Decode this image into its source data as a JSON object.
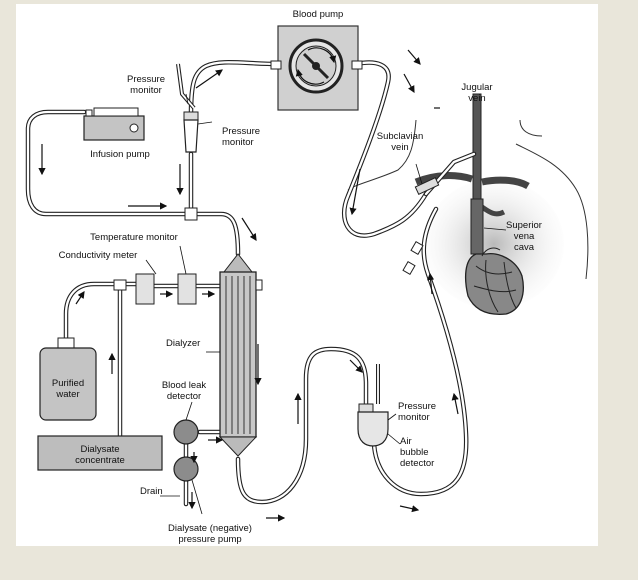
{
  "labels": {
    "blood_pump": "Blood pump",
    "pressure_monitor_top_l1": "Pressure",
    "pressure_monitor_top_l2": "monitor",
    "pressure_monitor_mid_l1": "Pressure",
    "pressure_monitor_mid_l2": "monitor",
    "infusion_pump": "Infusion pump",
    "temperature_monitor": "Temperature monitor",
    "conductivity_meter": "Conductivity meter",
    "dialyzer": "Dialyzer",
    "purified_water_l1": "Purified",
    "purified_water_l2": "water",
    "blood_leak_detector_l1": "Blood leak",
    "blood_leak_detector_l2": "detector",
    "dialysate_concentrate_l1": "Dialysate",
    "dialysate_concentrate_l2": "concentrate",
    "drain": "Drain",
    "negative_pump_l1": "Dialysate (negative)",
    "negative_pump_l2": "pressure pump",
    "pressure_monitor_right_l1": "Pressure",
    "pressure_monitor_right_l2": "monitor",
    "air_bubble_l1": "Air",
    "air_bubble_l2": "bubble",
    "air_bubble_l3": "detector",
    "jugular_vein_l1": "Jugular",
    "jugular_vein_l2": "vein",
    "subclavian_vein_l1": "Subclavian",
    "subclavian_vein_l2": "vein",
    "superior_vena_cava_l1": "Superior",
    "superior_vena_cava_l2": "vena",
    "superior_vena_cava_l3": "cava"
  },
  "colors": {
    "page_background": "#e9e6da",
    "panel_background": "#ffffff",
    "device_fill": "#c8c8c8",
    "skin_shade": "#d4d4d4",
    "outline": "#222222"
  }
}
